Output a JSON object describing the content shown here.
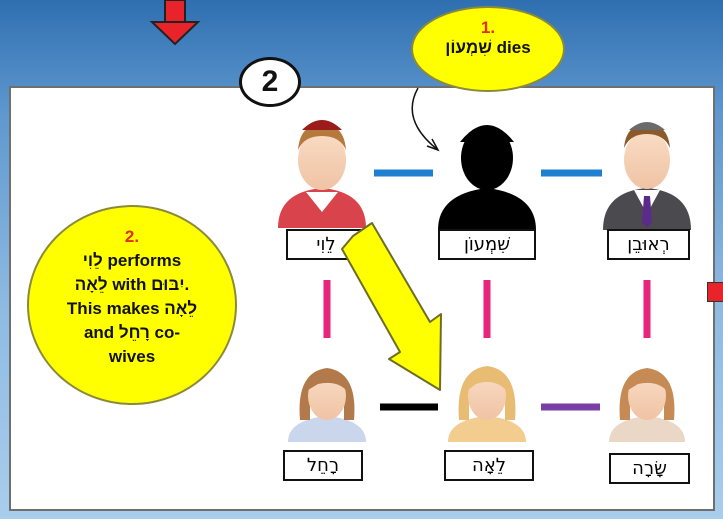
{
  "step_number": "2",
  "callout_1": {
    "number": "1.",
    "text": "שִׁמְעוֹן dies"
  },
  "callout_2": {
    "number": "2.",
    "lines": [
      "לֵוִי performs",
      "לֵאָה with יִבּוּם.",
      "This makes לֵאָה",
      "and רָחֵל co-",
      "wives"
    ]
  },
  "people": {
    "levi": "לֵוִי",
    "shimon": "שִׁמְעוֹן",
    "reuven": "רְאוּבֵן",
    "rachel": "רָחֵל",
    "leah": "לֵאָה",
    "sarah": "שָׂרָה"
  },
  "colors": {
    "female_link": "#e6267a",
    "male_link": "#1f7fd1",
    "levi_leah_link": "#000000",
    "reuven_sarah_link": "#7a3fa5",
    "arrow_fill": "#ffff00",
    "top_arrow": "#e8242a",
    "callout_fill": "#ffff00",
    "callout_number": "#e03010"
  },
  "icons": [
    "down-arrow-icon",
    "man-icon",
    "silhouette-icon",
    "woman-icon"
  ]
}
